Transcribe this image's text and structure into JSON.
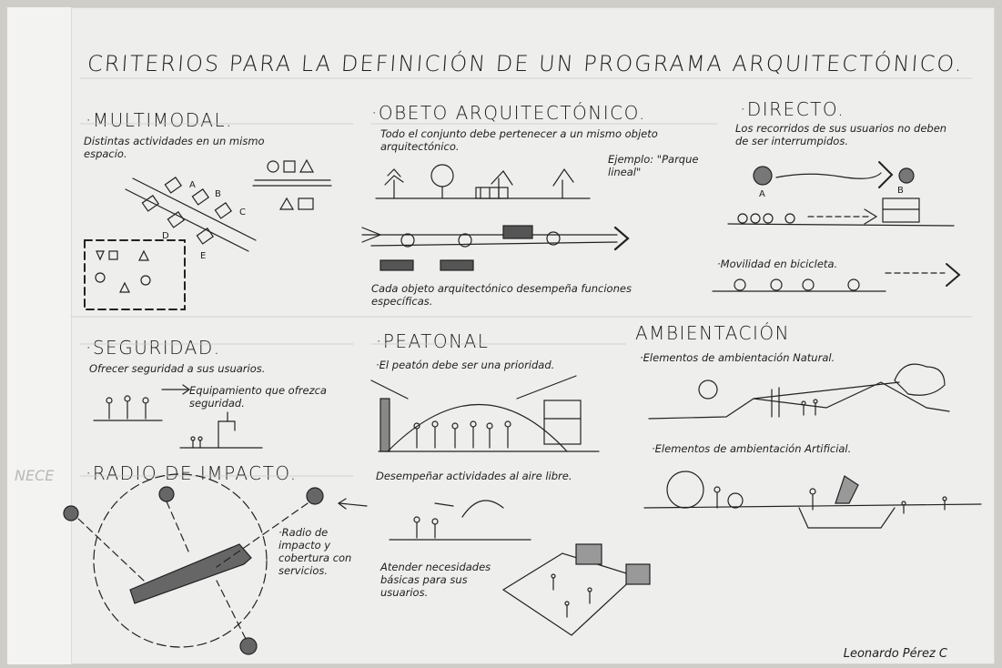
{
  "title": "CRITERIOS PARA LA DEFINICIÓN DE UN PROGRAMA ARQUITECTÓNICO.",
  "sections": {
    "multimodal": {
      "heading": "·MULTIMODAL.",
      "note": "Distintas actividades en un mismo espacio.",
      "labels": [
        "A",
        "B",
        "C",
        "D",
        "E"
      ]
    },
    "objeto": {
      "heading": "·OBETO ARQUITECTÓNICO.",
      "note": "Todo el conjunto debe pertenecer a un mismo objeto arquitectónico.",
      "example": "Ejemplo: \"Parque lineal\"",
      "caption": "Cada objeto arquitectónico desempeña funciones específicas."
    },
    "directo": {
      "heading": "·DIRECTO.",
      "note": "Los recorridos de sus usuarios no deben de ser interrumpidos.",
      "label_a": "A",
      "label_b": "B",
      "bike": "·Movilidad en bicicleta."
    },
    "seguridad": {
      "heading": "·SEGURIDAD.",
      "note": "Ofrecer seguridad a sus usuarios.",
      "equip": "Equipamiento que ofrezca seguridad."
    },
    "peatonal": {
      "heading": "·PEATONAL",
      "note": "·El peatón debe ser una prioridad.",
      "activities": "Desempeñar actividades al aire libre.",
      "needs": "Atender necesidades básicas para sus usuarios."
    },
    "ambientacion": {
      "heading": "AMBIENTACIÓN",
      "natural": "·Elementos de ambientación Natural.",
      "artificial": "·Elementos de ambientación Artificial."
    },
    "radio": {
      "heading": "·RADIO DE IMPACTO.",
      "note": "·Radio de impacto y cobertura con servicios."
    }
  },
  "signature": "Leonardo Pérez C",
  "ghost_text": "NECE"
}
